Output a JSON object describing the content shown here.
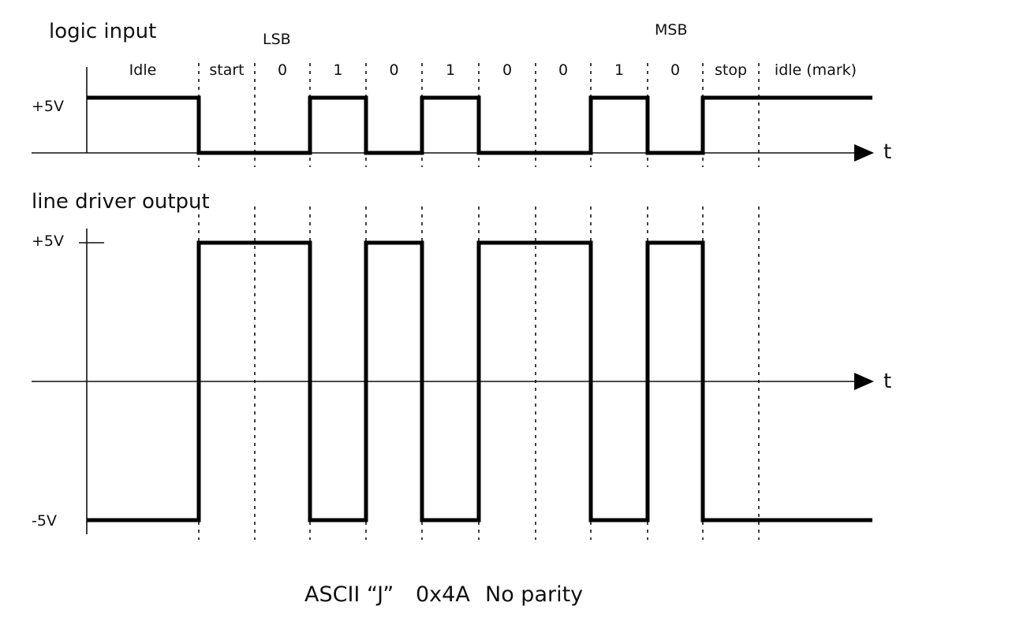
{
  "logic": {
    "title": "logic input",
    "level_label": "+5V",
    "axis_label": "t",
    "lsb_label": "LSB",
    "msb_label": "MSB"
  },
  "driver": {
    "title": "line driver output",
    "pos_label": "+5V",
    "neg_label": "-5V",
    "axis_label": "t"
  },
  "segments": [
    "Idle",
    "start",
    "0",
    "1",
    "0",
    "1",
    "0",
    "0",
    "1",
    "0",
    "stop",
    "idle (mark)"
  ],
  "logic_levels": [
    1,
    0,
    0,
    1,
    0,
    1,
    0,
    0,
    1,
    0,
    1,
    1
  ],
  "driver_levels": [
    -1,
    1,
    1,
    -1,
    1,
    -1,
    1,
    1,
    -1,
    1,
    -1,
    -1
  ],
  "caption": {
    "character": "ASCII “J”",
    "hex": "0x4A",
    "parity": "No parity"
  }
}
